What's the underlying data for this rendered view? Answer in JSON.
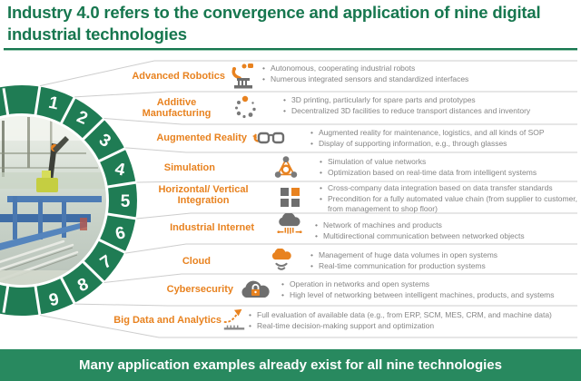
{
  "title_lines": [
    "Industry 4.0 refers to the convergence and application of nine",
    "digital industrial technologies"
  ],
  "footer": "Many application examples already exist for all nine technologies",
  "colors": {
    "green_title": "#17774f",
    "green_ring": "#1f7c54",
    "green_footer": "#28895f",
    "orange_accent": "#e8821f",
    "bullet_gray": "#858585"
  },
  "ring": {
    "numbers": [
      "1",
      "2",
      "3",
      "4",
      "5",
      "6",
      "7",
      "8",
      "9"
    ]
  },
  "rows": [
    {
      "name": "Advanced Robotics",
      "icon": "robot-arm-icon",
      "bullets": [
        "Autonomous, cooperating industrial robots",
        "Numerous integrated sensors and standardized interfaces"
      ]
    },
    {
      "name": "Additive Manufacturing",
      "icon": "3d-printing-dots-icon",
      "bullets": [
        "3D printing, particularly for spare parts and prototypes",
        "Decentralized 3D facilities to reduce transport distances and inventory"
      ]
    },
    {
      "name": "Augmented Reality",
      "icon": "ar-glasses-icon",
      "bullets": [
        "Augmented reality for maintenance, logistics, and all kinds of SOP",
        "Display of supporting information, e.g., through glasses"
      ]
    },
    {
      "name": "Simulation",
      "icon": "network-triangle-icon",
      "bullets": [
        "Simulation of value networks",
        "Optimization based on real-time data from intelligent systems"
      ]
    },
    {
      "name": "Horizontal/ Vertical Integration",
      "icon": "integration-squares-icon",
      "bullets": [
        "Cross-company data integration based on data transfer standards",
        "Precondition for a fully automated value chain (from supplier to customer, from management to shop floor)"
      ]
    },
    {
      "name": "Industrial Internet",
      "icon": "cloud-circuit-icon",
      "bullets": [
        "Network of machines and products",
        "Multidirectional communication between networked objects"
      ]
    },
    {
      "name": "Cloud",
      "icon": "cloud-icon",
      "bullets": [
        "Management of huge data volumes in open systems",
        "Real-time communication for production systems"
      ]
    },
    {
      "name": "Cybersecurity",
      "icon": "cloud-lock-icon",
      "bullets": [
        "Operation in networks and open systems",
        "High level of networking between intelligent machines, products, and systems"
      ]
    },
    {
      "name": "Big Data and Analytics",
      "icon": "rising-chart-icon",
      "bullets": [
        "Full evaluation of available data (e.g., from ERP, SCM, MES, CRM, and machine data)",
        "Real-time decision-making support and optimization"
      ]
    }
  ]
}
